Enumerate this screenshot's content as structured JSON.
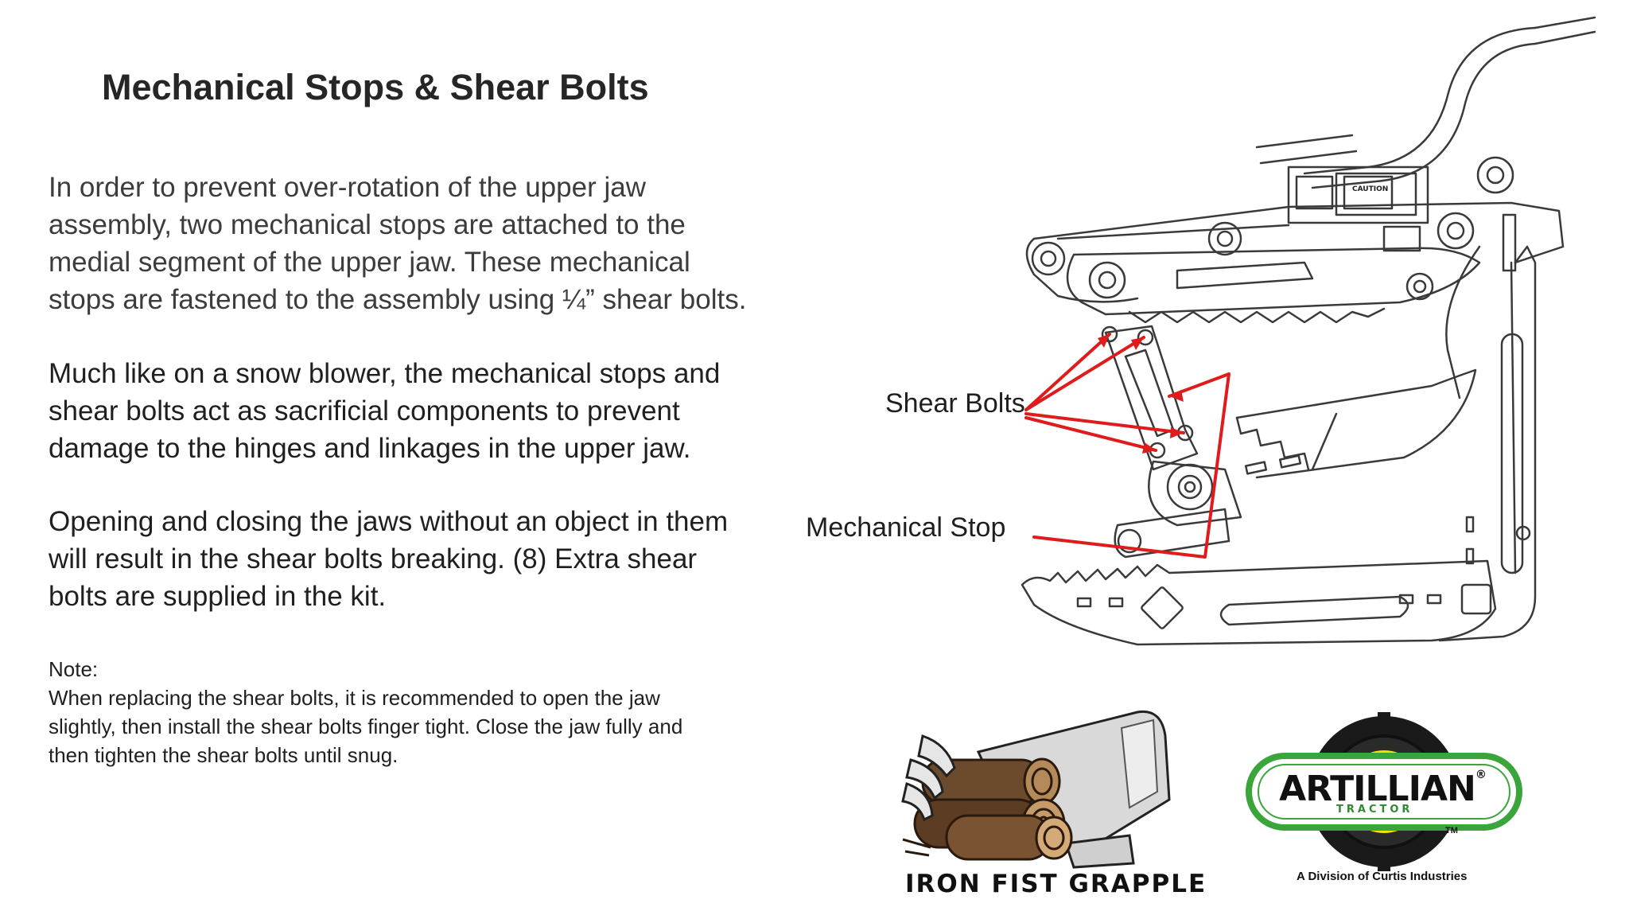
{
  "title": "Mechanical Stops & Shear Bolts",
  "paragraph1": [
    "In order to prevent over-rotation of the upper jaw",
    "assembly, two mechanical stops are attached to the",
    "medial segment of the upper jaw. These mechanical",
    "stops are fastened to the assembly using ¼” shear bolts."
  ],
  "paragraph2": [
    "Much like on a snow blower, the mechanical stops and",
    "shear bolts act as sacrificial components to prevent",
    "damage to the hinges and linkages in the upper jaw."
  ],
  "paragraph3": [
    "Opening and closing the jaws without an object in them",
    "will result in the shear bolts breaking. (8) Extra shear",
    "bolts are supplied in the kit."
  ],
  "note": {
    "heading": "Note:",
    "lines": [
      "When replacing the shear bolts, it is recommended to open the jaw",
      "slightly, then install the shear bolts finger tight. Close the jaw fully and",
      "then tighten the shear bolts until snug."
    ]
  },
  "diagram": {
    "callout_shear_bolts": "Shear Bolts",
    "callout_mechanical_stop": "Mechanical Stop",
    "arrow_color": "#e01b1b",
    "line_color": "#3a3a3a",
    "decal_caution": "CAUTION"
  },
  "logos": {
    "grapple": {
      "text": "IRON FIST GRAPPLE",
      "log_color": "#6b4a2e",
      "steel_color": "#d9d9d9"
    },
    "artillian": {
      "text": "ARTILLIAN",
      "registered": "®",
      "subtitle": "TRACTOR",
      "trademark": "TM",
      "division": "A Division of Curtis Industries",
      "green": "#3aa53a",
      "yellow": "#f2e200"
    }
  }
}
